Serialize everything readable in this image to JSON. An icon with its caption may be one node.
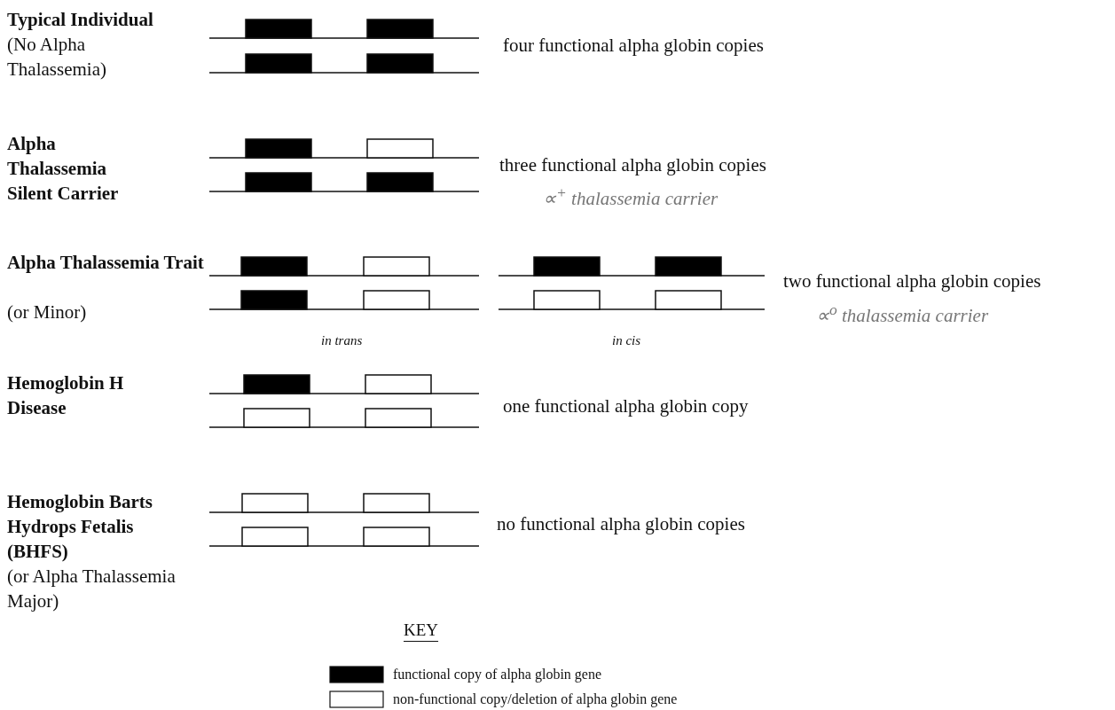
{
  "diagram": {
    "labels": [
      "Typical Individual",
      "(No Alpha Thalassemia)",
      "four functional alpha globin copies",
      "Alpha Thalassemia Silent Carrier",
      "three functional alpha globin copies",
      "∝$^{+}$ thalassemia carrier",
      "Alpha Thalassemia Trait",
      "(or Minor)",
      "two functional alpha globin copies",
      "∝$^{o}$ thalassemia carrier",
      "in trans",
      "in cis",
      "Hemoglobin H Disease",
      "one functional alpha globin copy",
      "Hemoglobin Barts Hydrops Fetalis (BHFS)",
      "(or Alpha Thalassemia Major)",
      "no functional alpha globin copies",
      "KEY"
    ],
    "legend": [
      {
        "text": "functional copy of alpha globin gene",
        "color": "#000000"
      },
      {
        "text": "non-functional copy/deletion of alpha globin gene",
        "color": "#ffffff"
      }
    ]
  }
}
